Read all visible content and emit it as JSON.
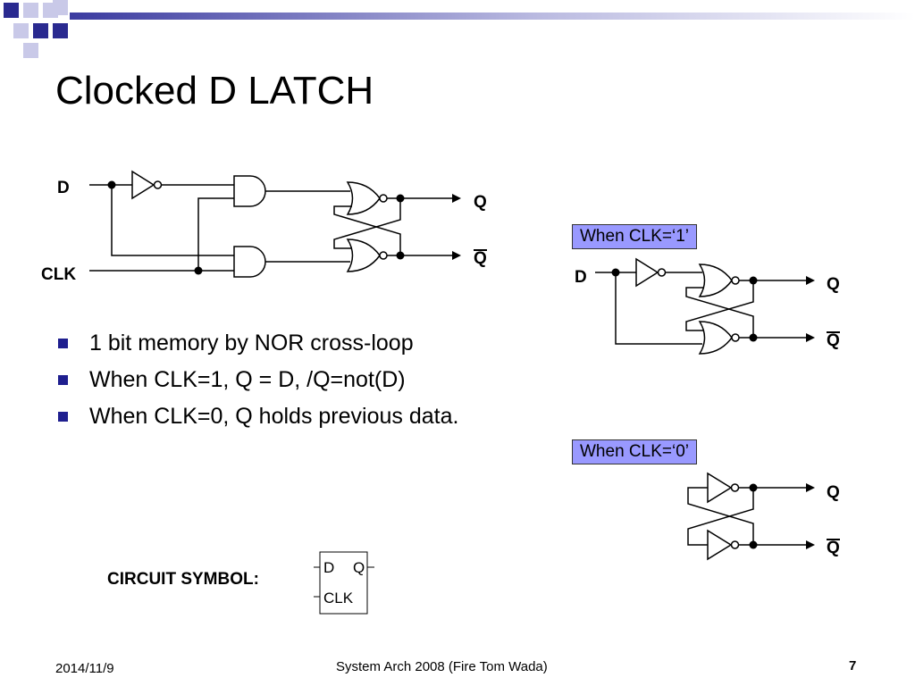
{
  "slide": {
    "title": "Clocked D LATCH",
    "bullets": [
      "1 bit memory by NOR cross-loop",
      "When CLK=1, Q = D, /Q=not(D)",
      "When CLK=0, Q holds previous data."
    ]
  },
  "main_circuit": {
    "input_d": "D",
    "input_clk": "CLK",
    "output_q": "Q",
    "output_qbar": "Q"
  },
  "clk1_circuit": {
    "label": "When CLK=‘1’",
    "input_d": "D",
    "output_q": "Q",
    "output_qbar": "Q"
  },
  "clk0_circuit": {
    "label": "When CLK=‘0’",
    "output_q": "Q",
    "output_qbar": "Q"
  },
  "symbol": {
    "caption": "CIRCUIT SYMBOL:",
    "pin_d": "D",
    "pin_q": "Q",
    "pin_clk": "CLK"
  },
  "footer": {
    "date": "2014/11/9",
    "center": "System Arch 2008  (Fire Tom Wada)",
    "page": "7"
  },
  "colors": {
    "accent_dark": "#1f1f8f",
    "accent_light": "#9999cc",
    "label_box": "#9999ff"
  }
}
